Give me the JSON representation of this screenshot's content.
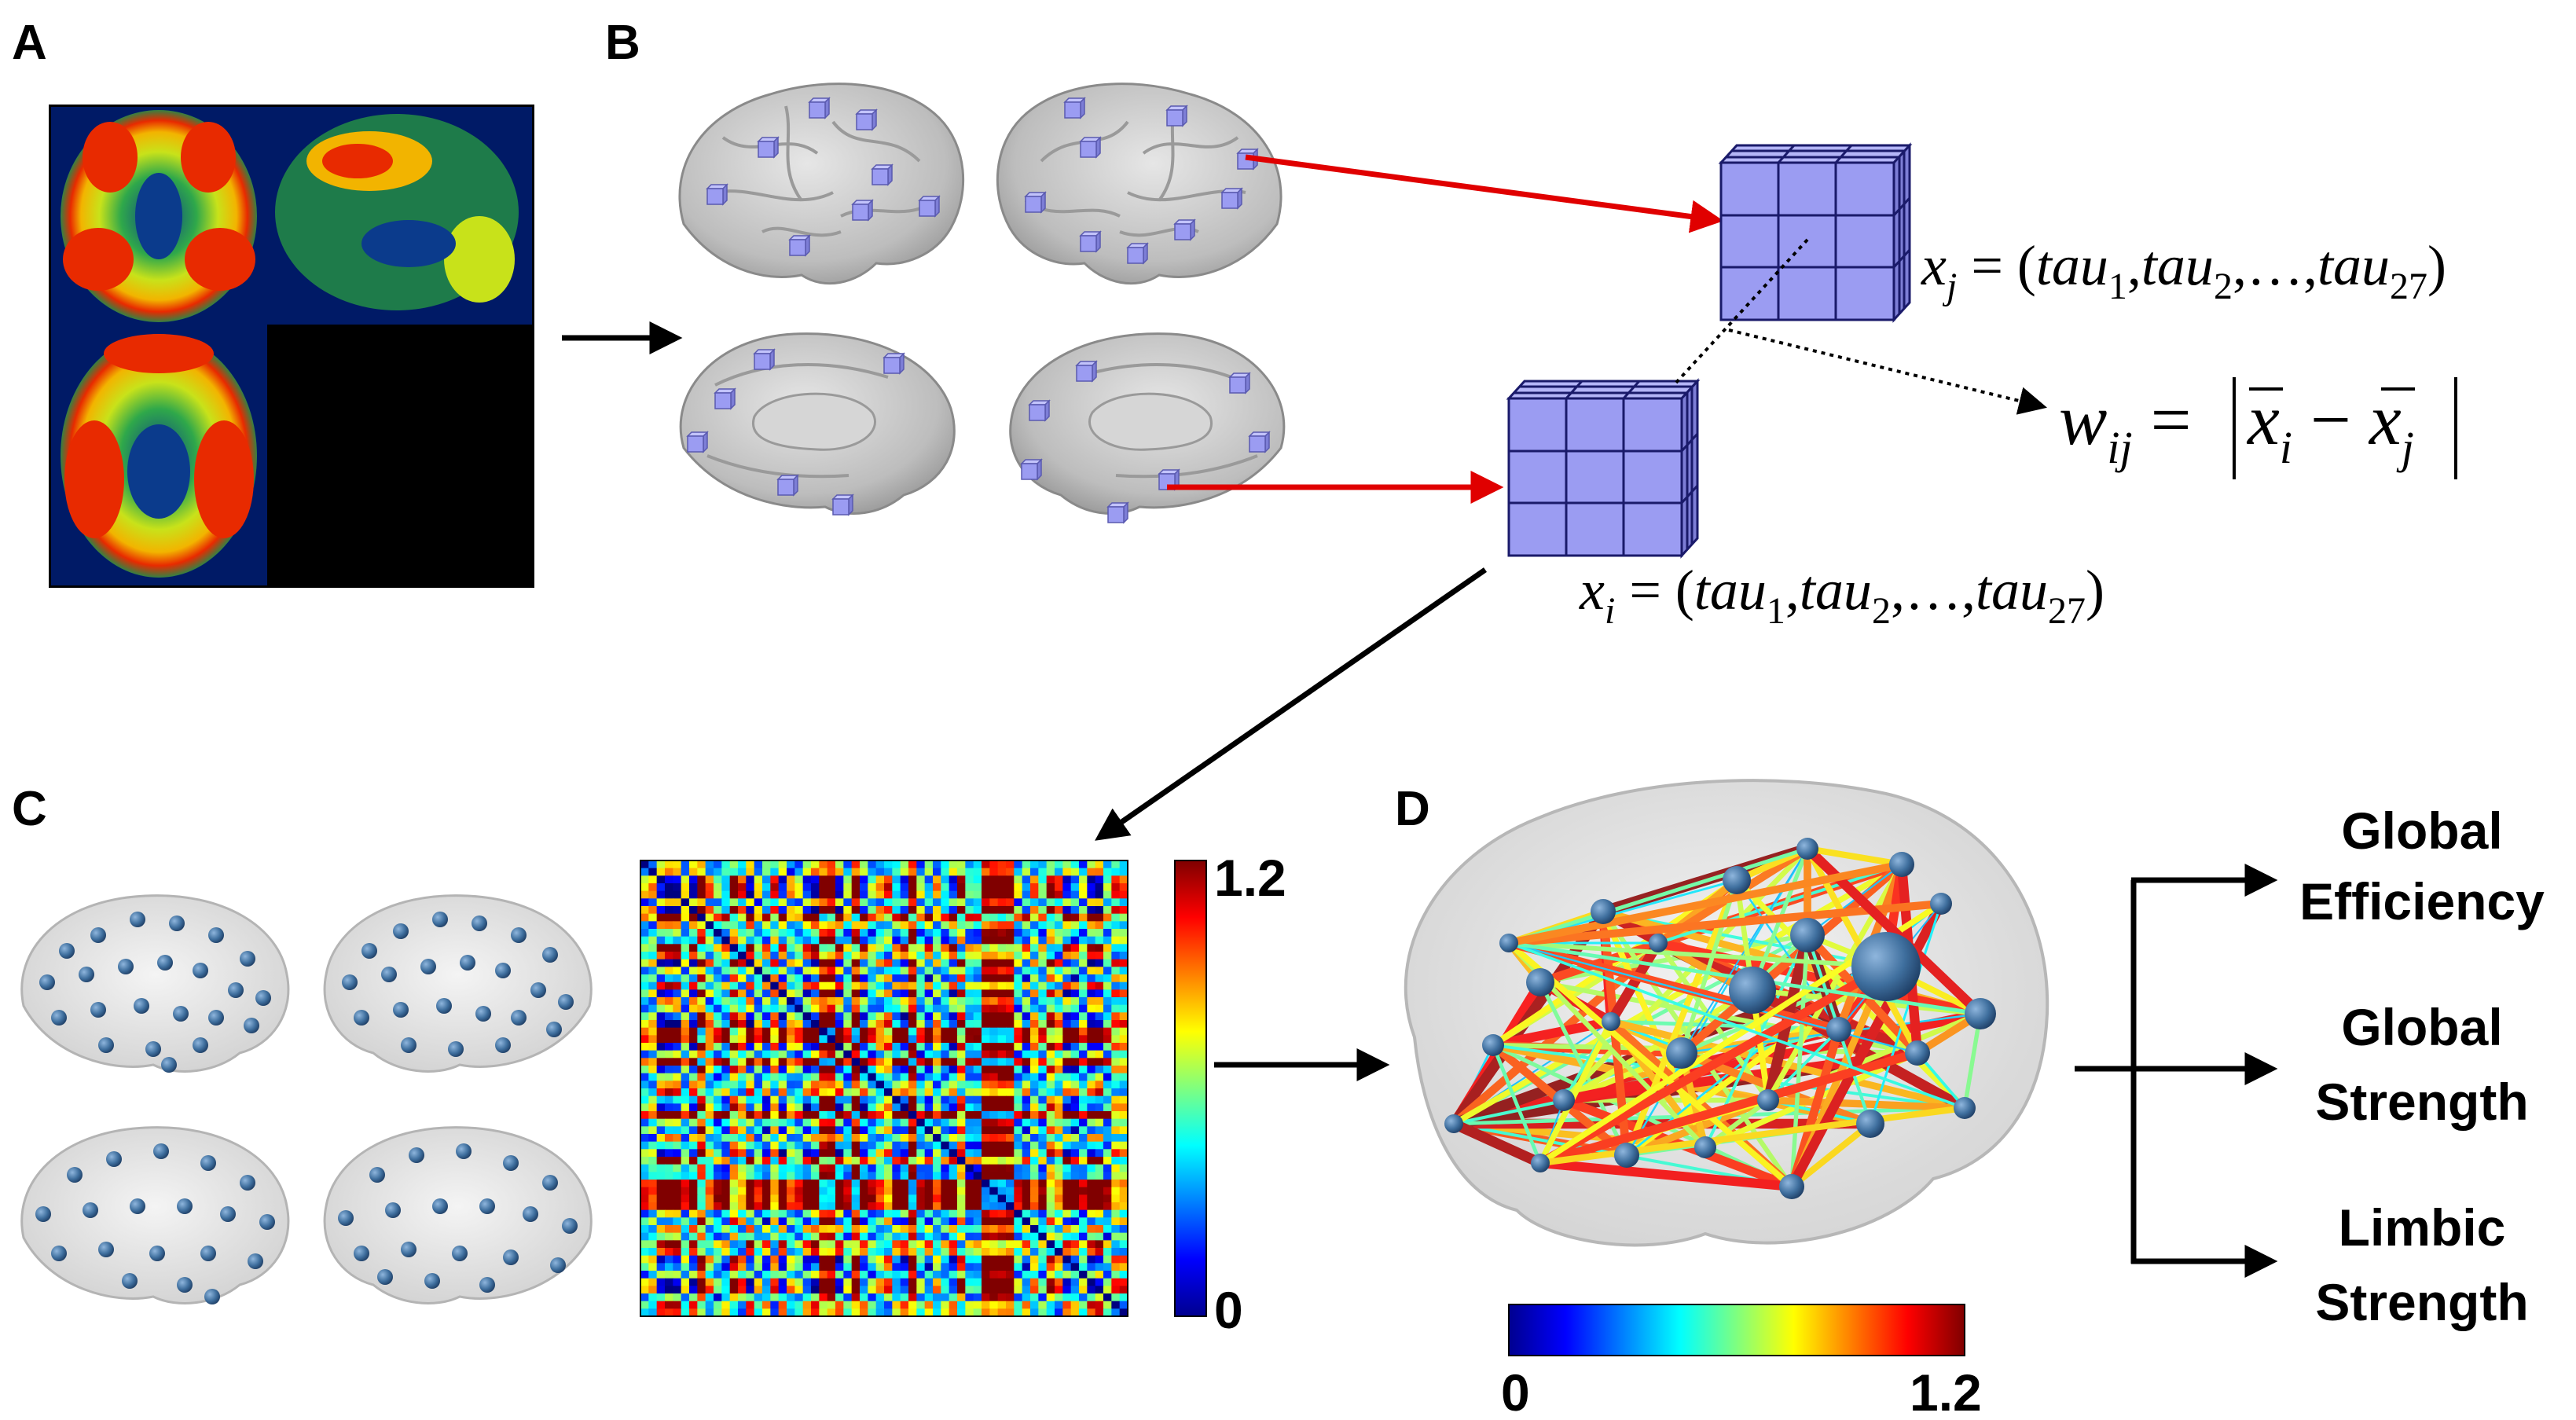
{
  "panels": {
    "a": "A",
    "b": "B",
    "c": "C",
    "d": "D"
  },
  "formulas": {
    "xj": "x_j = (tau_1, tau_2, ..., tau_27)",
    "xi": "x_i = (tau_1, tau_2, ..., tau_27)",
    "wij": "w_ij = |x̄_i − x̄_j|"
  },
  "matrix_colorbar": {
    "max": "1.2",
    "min": "0"
  },
  "network_colorbar": {
    "min": "0",
    "max": "1.2"
  },
  "outputs": [
    {
      "line1": "Global",
      "line2": "Efficiency"
    },
    {
      "line1": "Global",
      "line2": "Strength"
    },
    {
      "line1": "Limbic",
      "line2": "Strength"
    }
  ],
  "colors": {
    "arrow": "#000000",
    "highlight_arrow": "#e00000",
    "cube_fill": "#9b9cf2",
    "node": "#3f6f9e"
  }
}
